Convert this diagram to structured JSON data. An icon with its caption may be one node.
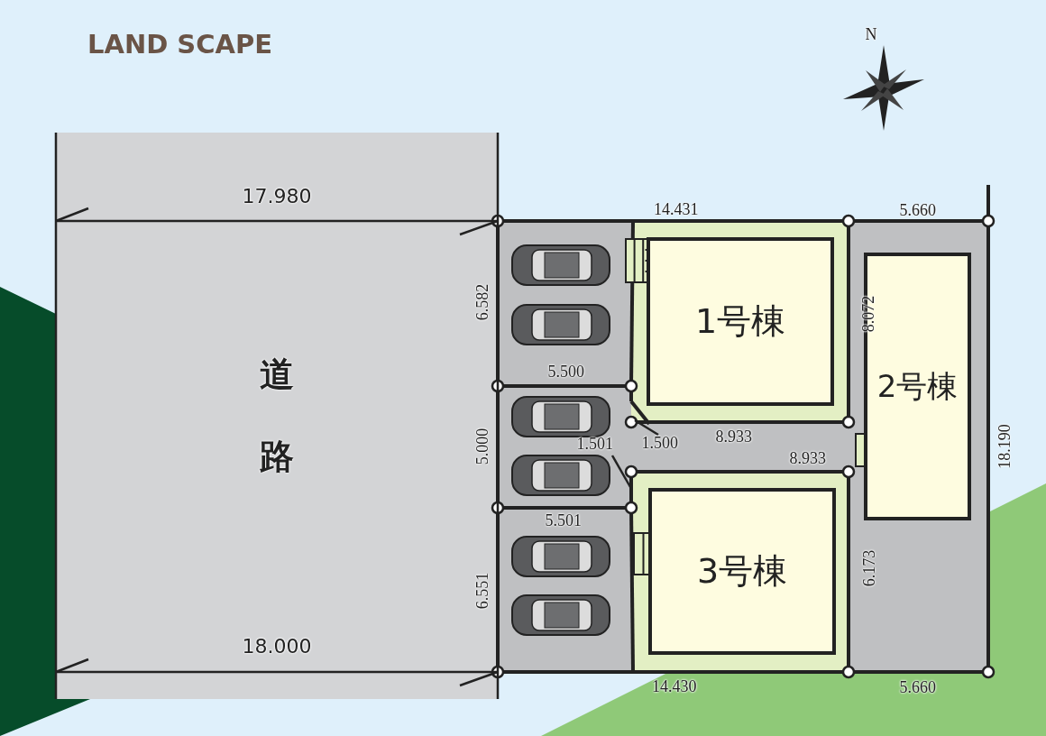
{
  "diagram": {
    "title": "LAND SCAPE",
    "nodes": [
      {
        "text": [
          "道路"
        ]
      },
      {
        "text": [
          "1号棟"
        ]
      },
      {
        "text": [
          "2号棟"
        ]
      },
      {
        "text": [
          "3号棟"
        ]
      }
    ],
    "labels": [
      "N",
      "17.980",
      "14.431",
      "5.660",
      "6.582",
      "8.072",
      "5.500",
      "1.500",
      "8.933",
      "1.501",
      "5.000",
      "8.933",
      "18.190",
      "5.501",
      "6.173",
      "6.551",
      "18.000",
      "14.430",
      "5.660"
    ]
  }
}
